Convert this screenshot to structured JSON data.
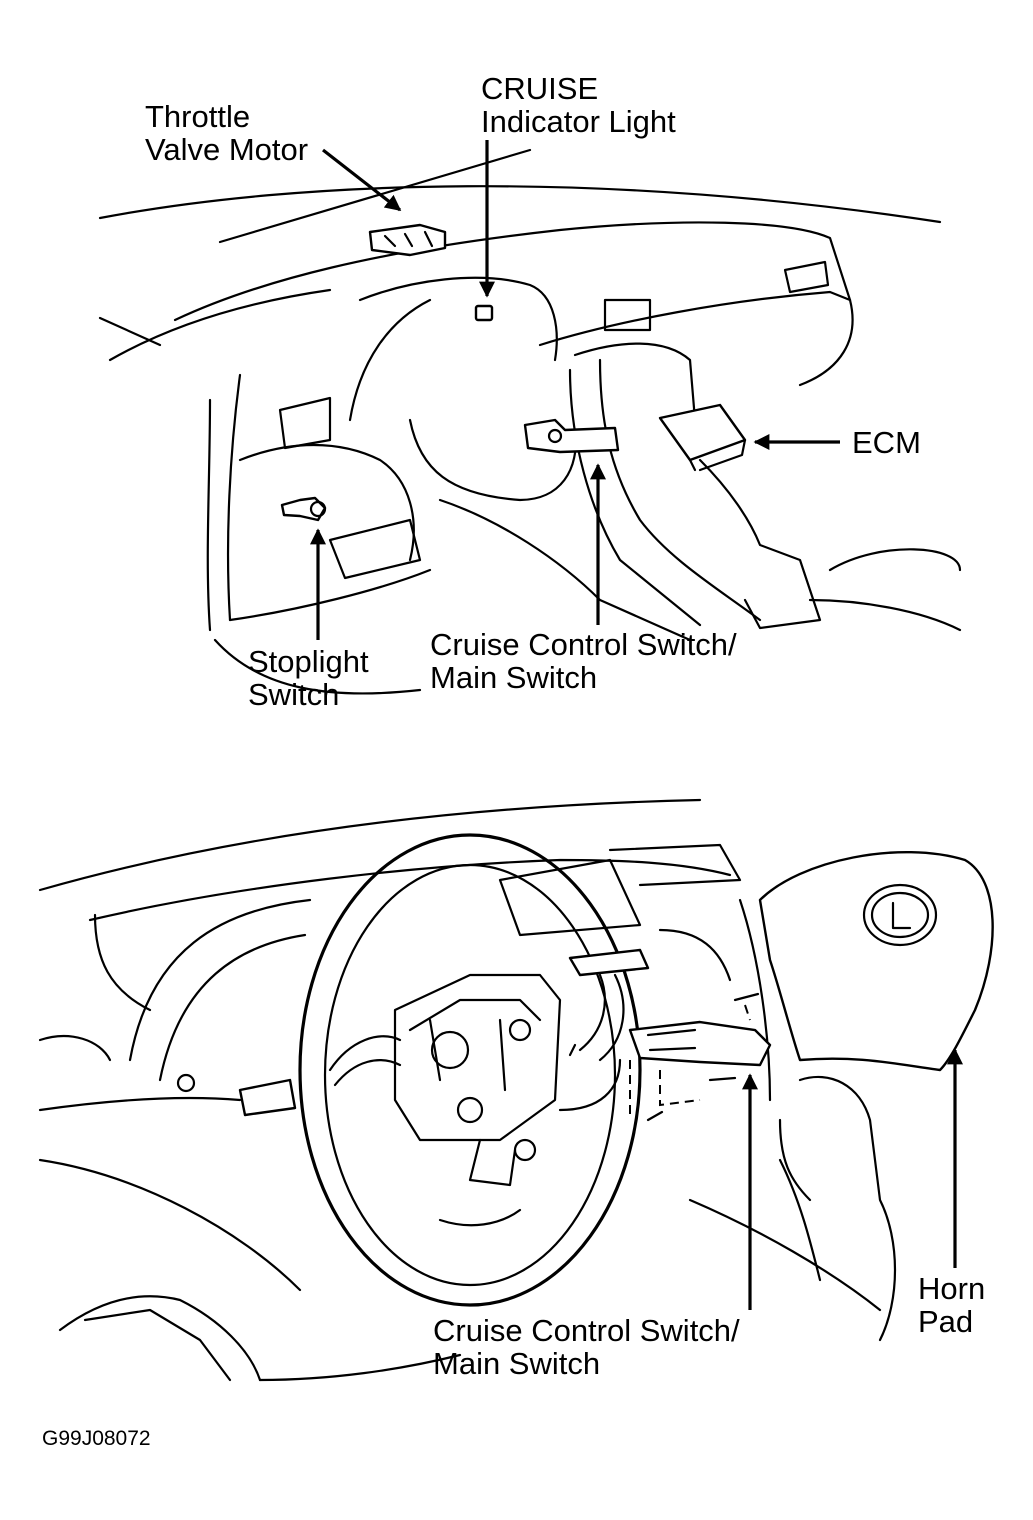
{
  "labels": {
    "throttle_valve_motor": [
      "Throttle",
      "Valve Motor"
    ],
    "cruise_indicator_light": [
      "CRUISE",
      "Indicator Light"
    ],
    "ecm": [
      "ECM"
    ],
    "stoplight_switch": [
      "Stoplight",
      "Switch"
    ],
    "cruise_control_switch_top": [
      "Cruise Control Switch/",
      "Main Switch"
    ],
    "cruise_control_switch_bottom": [
      "Cruise Control Switch/",
      "Main Switch"
    ],
    "horn_pad": [
      "Horn",
      "Pad"
    ]
  },
  "figure_code": "G99J08072"
}
